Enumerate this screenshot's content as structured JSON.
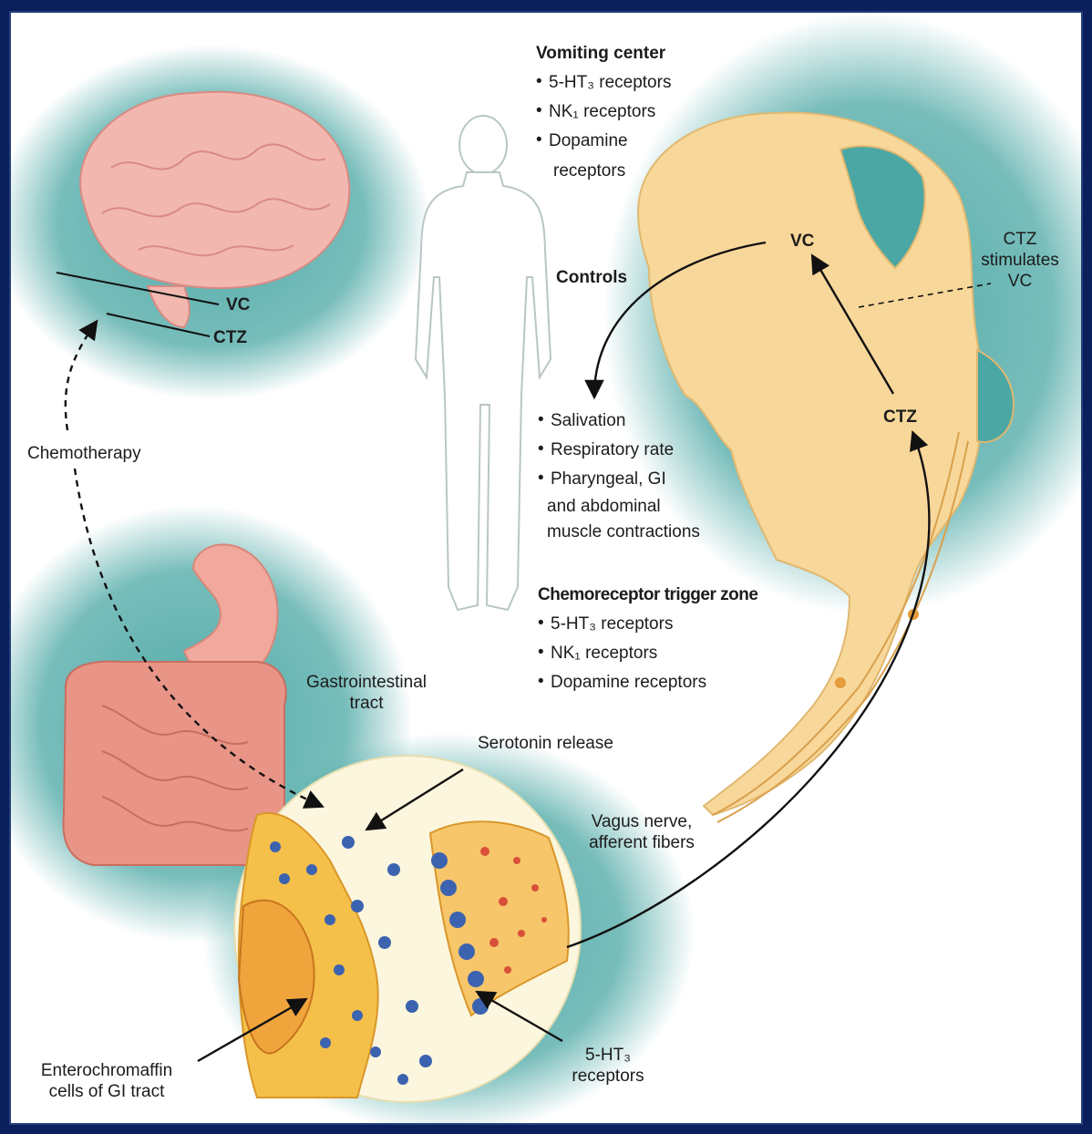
{
  "brain_labels": {
    "vc": "VC",
    "ctz": "CTZ"
  },
  "chemotherapy": "Chemotherapy",
  "vomiting_center": {
    "title": "Vomiting center",
    "items": [
      "5-HT₃ receptors",
      "NK₁ receptors",
      "Dopamine",
      "receptors"
    ]
  },
  "controls": {
    "title": "Controls",
    "items": [
      "Salivation",
      "Respiratory rate",
      "Pharyngeal, GI",
      "and abdominal",
      "muscle contractions"
    ]
  },
  "ctz_zone": {
    "title": "Chemoreceptor trigger zone",
    "items": [
      "5-HT₃ receptors",
      "NK₁ receptors",
      "Dopamine receptors"
    ]
  },
  "brainstem_labels": {
    "vc": "VC",
    "ctz": "CTZ",
    "ctz_stimulates": [
      "CTZ",
      "stimulates",
      "VC"
    ]
  },
  "gi_tract": [
    "Gastrointestinal",
    "tract"
  ],
  "serotonin_release": "Serotonin release",
  "vagus_nerve": [
    "Vagus nerve,",
    "afferent fibers"
  ],
  "enterochromaffin": [
    "Enterochromaffin",
    "cells of GI tract"
  ],
  "receptors_5ht3": [
    "5-HT₃",
    "receptors"
  ],
  "colors": {
    "background_frame": "#0b1f5c",
    "teal_glow": "#4aa7a4",
    "brain": "#f2b8b0",
    "brainstem": "#f8d79a",
    "intestine": "#e89486",
    "cell_orange": "#f0a43c",
    "receptor_blue": "#3c63b0"
  }
}
